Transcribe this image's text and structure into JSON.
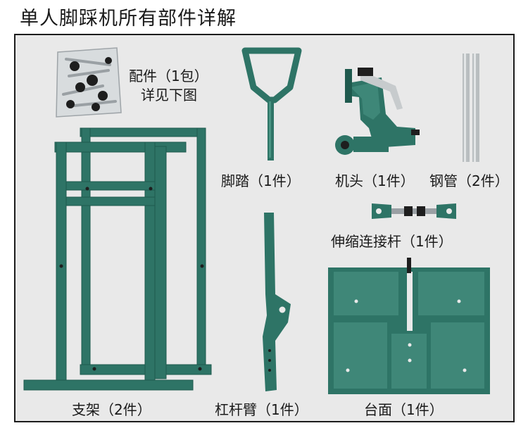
{
  "title": "单人脚踩机所有部件详解",
  "colors": {
    "metal": "#2e7466",
    "metal_dark": "#1f5a4e",
    "metal_light": "#4a9484",
    "steel": "#b9bec0",
    "panel_bg": "#e9e9e9"
  },
  "parts": {
    "accessories": {
      "line1": "配件（1包）",
      "line2": "详见下图"
    },
    "pedal": {
      "label": "脚踏（1件）"
    },
    "machine_head": {
      "label": "机头（1件）"
    },
    "steel_pipe": {
      "label": "钢管（2件）"
    },
    "telescopic_rod": {
      "label": "伸缩连接杆（1件）"
    },
    "stand": {
      "label": "支架（2件）"
    },
    "lever_arm": {
      "label": "杠杆臂（1件）"
    },
    "table": {
      "label": "台面（1件）"
    }
  }
}
